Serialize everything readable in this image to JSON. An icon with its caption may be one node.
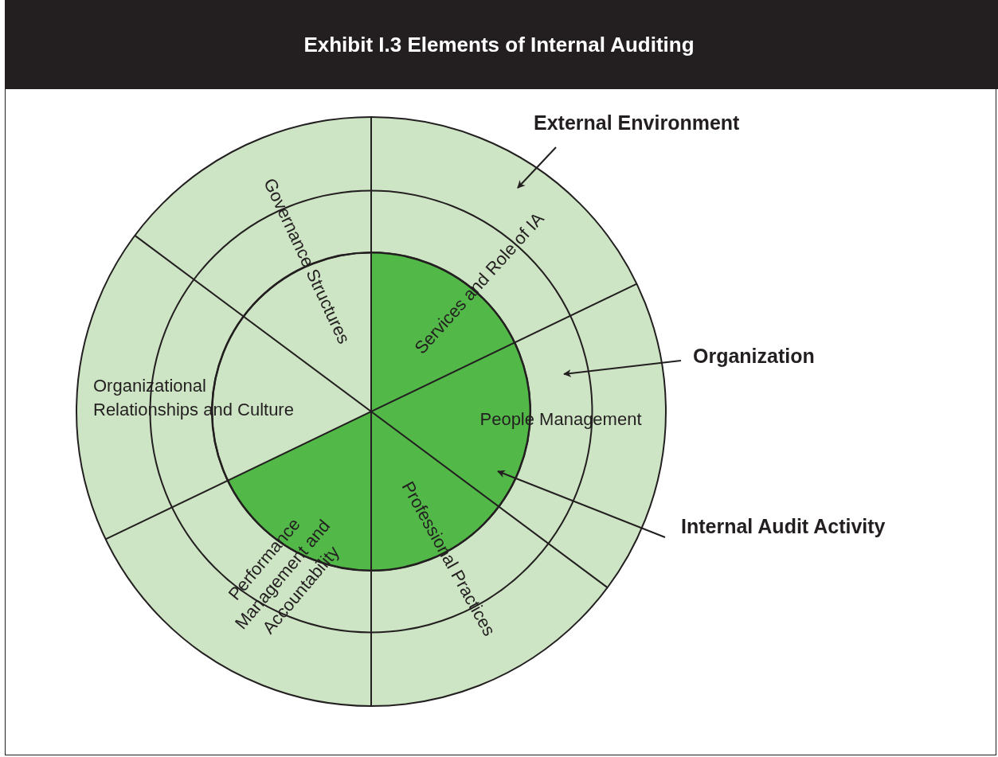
{
  "diagram": {
    "title": "Exhibit I.3 Elements of Internal Auditing",
    "nodes": [
      {
        "text": [
          "External Environment"
        ]
      },
      {
        "text": [],
        "shape": "circle"
      },
      {
        "text": [
          "Organization"
        ]
      },
      {
        "text": [],
        "shape": "circle",
        "in": 1
      },
      {
        "text": [
          "Internal Audit Activity"
        ]
      },
      {
        "text": [],
        "shape": "circle",
        "in": 3
      }
    ],
    "edges": [
      {
        "from": 0,
        "to": 1,
        "arrow": "to"
      },
      {
        "from": 2,
        "to": 3,
        "arrow": "to"
      },
      {
        "from": 4,
        "to": 5,
        "arrow": "to"
      }
    ],
    "labels": [
      "Governance Structures",
      "Services and Role of IA",
      "Organizational Relationships and Culture",
      "People Management",
      "Performance Management and Accountability",
      "Professional Practices"
    ]
  }
}
